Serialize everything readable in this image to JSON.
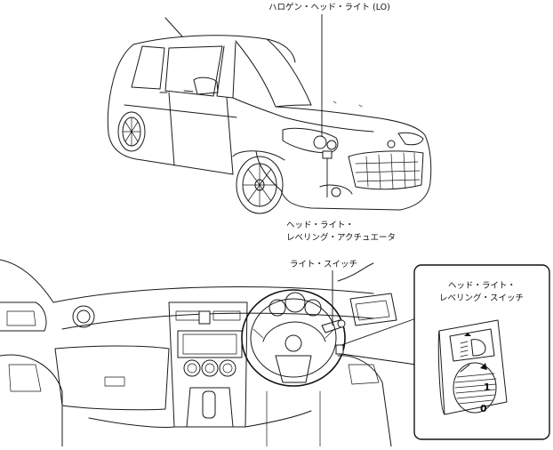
{
  "labels": {
    "halogen_headlight": "ハロゲン・ヘッド・ライト (LO)",
    "leveling_actuator_line1": "ヘッド・ライト・",
    "leveling_actuator_line2": "レベリング・アクチュエータ",
    "light_switch": "ライト・スイッチ",
    "leveling_switch_line1": "ヘッド・ライト・",
    "leveling_switch_line2": "レベリング・スイッチ"
  },
  "switch_dial": {
    "mark_top": "0",
    "mark_mid": "1"
  }
}
